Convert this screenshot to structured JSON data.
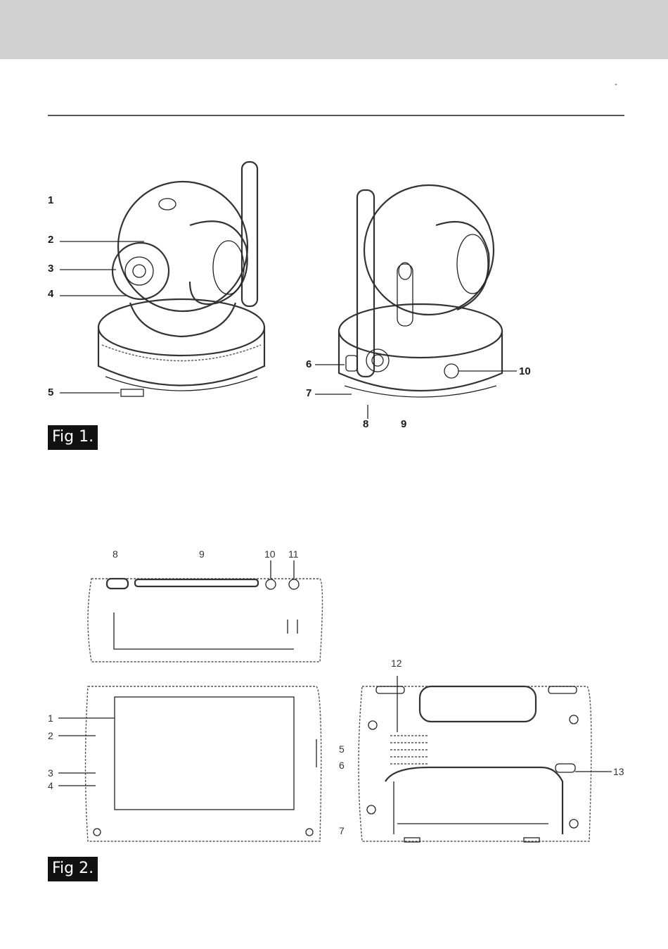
{
  "page": {
    "corner_mark": "-"
  },
  "fig1": {
    "label": "Fig 1.",
    "callouts": [
      "1",
      "2",
      "3",
      "4",
      "5",
      "6",
      "7",
      "8",
      "9",
      "10"
    ]
  },
  "fig2": {
    "label": "Fig 2.",
    "top_callouts": [
      "8",
      "9",
      "10",
      "11"
    ],
    "front_callouts": [
      "1",
      "2",
      "3",
      "4"
    ],
    "back_callouts": [
      "12",
      "5",
      "6",
      "13",
      "7"
    ]
  },
  "colors": {
    "header_band": "#d0d0d0",
    "label_bg": "#111111",
    "label_fg": "#ffffff"
  }
}
